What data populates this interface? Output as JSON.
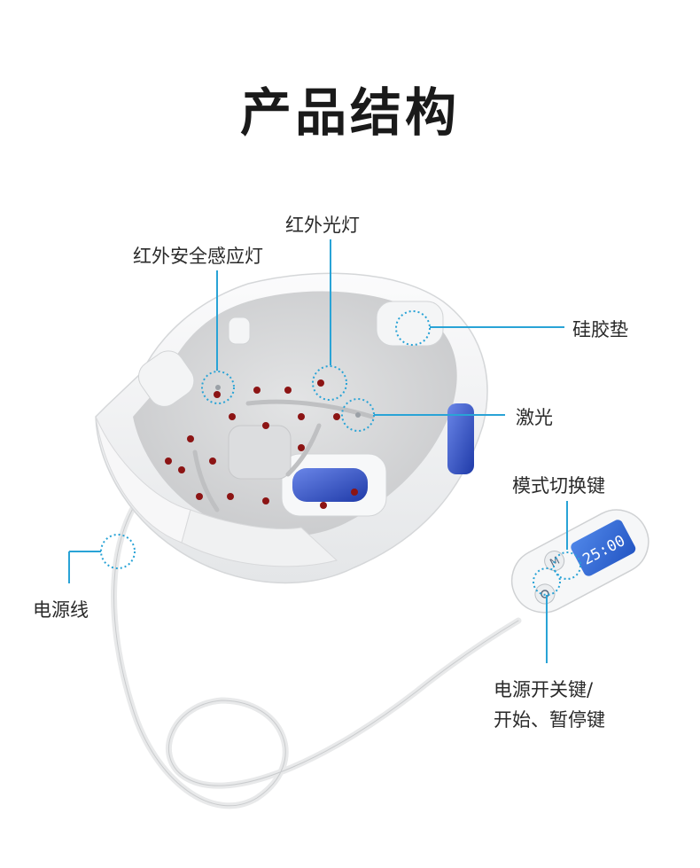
{
  "title": "产品结构",
  "labels": {
    "infrared_safety_sensor": "红外安全感应灯",
    "infrared_light": "红外光灯",
    "silicone_pad": "硅胶垫",
    "laser": "激光",
    "mode_switch_key": "模式切换键",
    "power_cord": "电源线",
    "power_key_line1": "电源开关键/",
    "power_key_line2": "开始、暂停键"
  },
  "remote": {
    "display": "25:00",
    "mode_button": "M"
  },
  "colors": {
    "accent": "#29a3d6",
    "blue_panel": "#2f4fc4",
    "shell": "#f4f5f6",
    "interior": "#d9dadb",
    "led": "#8c1414"
  }
}
